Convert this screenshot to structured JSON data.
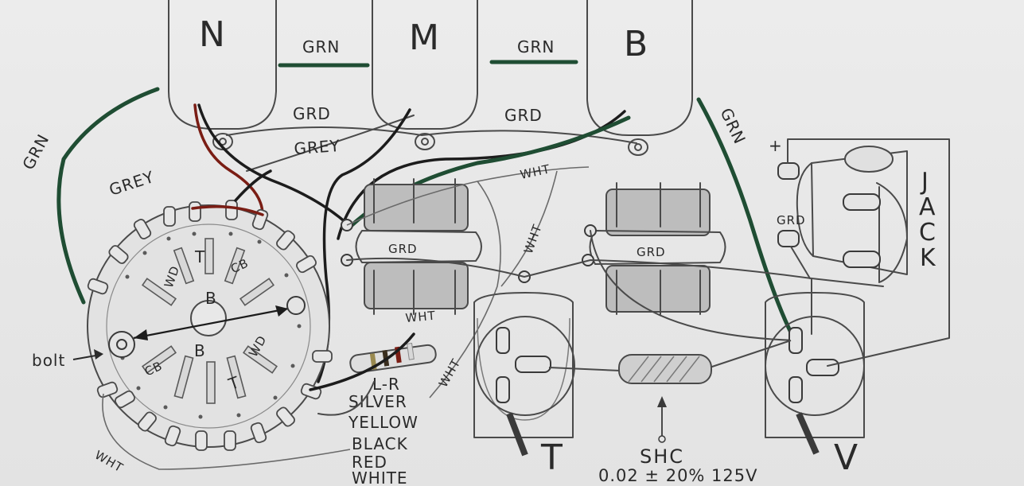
{
  "pickups": {
    "neck": "N",
    "middle": "M",
    "bridge": "B"
  },
  "wire_labels": {
    "grn_nm": "GRN",
    "grn_mb": "GRN",
    "grd_nm": "GRD",
    "grd_mb": "GRD",
    "grey_top": "GREY",
    "grn_left": "GRN",
    "grey_left": "GREY",
    "grn_right": "GRN",
    "wht_upper": "WHT",
    "wht_mid": "WHT",
    "wht_center": "WHT",
    "wht_vert": "WHT",
    "wht_bottom": "WHT",
    "grd_pot_t": "GRD",
    "grd_pot_v": "GRD",
    "grd_jack": "GRD"
  },
  "switch": {
    "center": "B",
    "lower": "B",
    "wd_upper": "WD",
    "t_upper": "T",
    "cb_upper": "CB",
    "cb_lower": "CB",
    "t_lower": "T",
    "wd_lower": "WD"
  },
  "bolt_label": "bolt",
  "resistor": {
    "label": "L-R",
    "bands": [
      "SILVER",
      "YELLOW",
      "BLACK",
      "RED",
      "WHITE"
    ]
  },
  "pots": {
    "tone": "T",
    "volume": "V"
  },
  "capacitor": {
    "name": "SHC",
    "spec": "0.02 ± 20% 125V"
  },
  "jack": {
    "letters": [
      "J",
      "A",
      "C",
      "K"
    ],
    "plus": "+"
  },
  "colors": {
    "green_wire": "#1f4d33",
    "red_wire": "#7a1d14",
    "black_wire": "#1c1c1c",
    "pencil": "#4a4a4a"
  }
}
